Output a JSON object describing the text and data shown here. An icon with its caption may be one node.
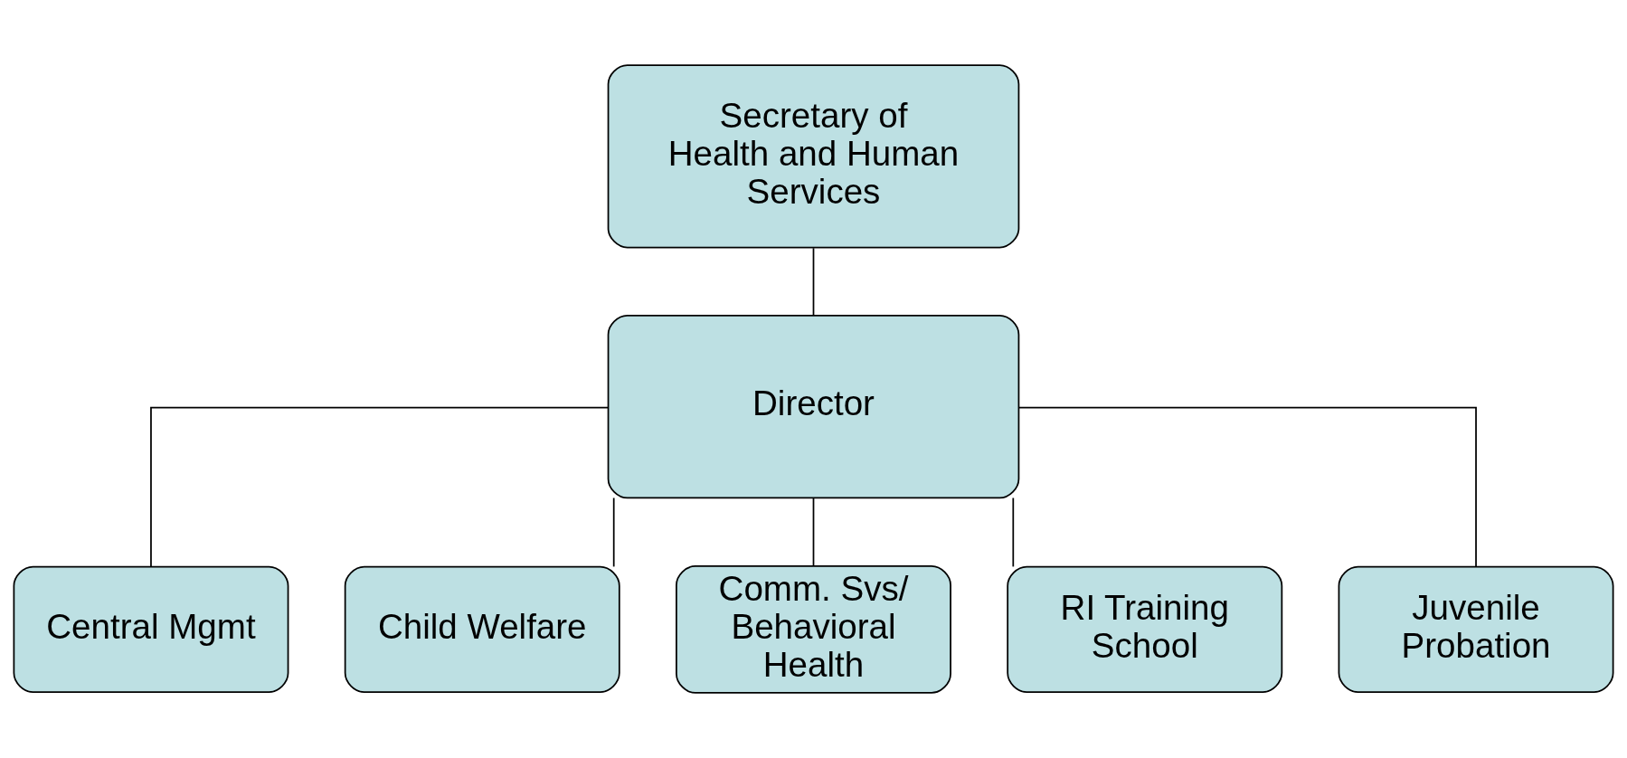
{
  "diagram": {
    "nodes": [
      {
        "text": [
          "Secretary of Health and Human Services"
        ]
      },
      {
        "text": [
          "Director"
        ]
      },
      {
        "text": [
          "Central Mgmt"
        ]
      },
      {
        "text": [
          "Child Welfare"
        ]
      },
      {
        "text": [
          "Comm. Svs/ Behavioral Health"
        ]
      },
      {
        "text": [
          "RI Training School"
        ]
      },
      {
        "text": [
          "Juvenile Probation"
        ]
      }
    ],
    "edges": [
      {
        "from": 0,
        "to": 1,
        "arrow": "none"
      },
      {
        "from": 1,
        "to": 2,
        "arrow": "none"
      },
      {
        "from": 1,
        "to": 3,
        "arrow": "none"
      },
      {
        "from": 1,
        "to": 4,
        "arrow": "none"
      },
      {
        "from": 1,
        "to": 5,
        "arrow": "none"
      },
      {
        "from": 1,
        "to": 6,
        "arrow": "none"
      }
    ]
  }
}
